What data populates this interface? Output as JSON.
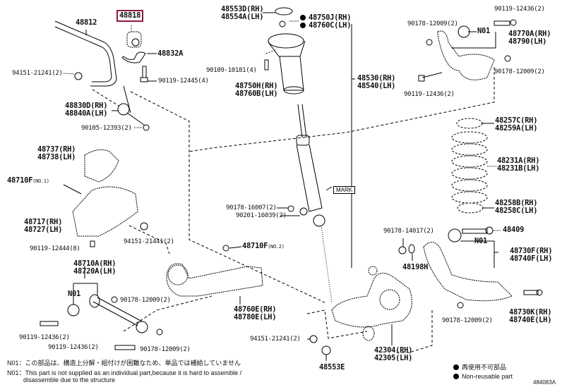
{
  "diagram_id": "484083A",
  "highlighted_part": "48818",
  "parts": {
    "p48812": "48812",
    "p48818": "48818",
    "p48832A": "48832A",
    "p94151_21241_a": "94151-21241(2)",
    "p90119_12445": "90119-12445(4)",
    "p48830D": "48830D(RH)",
    "p48840A": "48840A(LH)",
    "p90105_12393": "90105-12393(2)",
    "p48553D": "48553D(RH)",
    "p48554A": "48554A(LH)",
    "p48750J": "48750J(RH)",
    "p48760C": "48760C(LH)",
    "p90109_10181": "90109-10181(4)",
    "p48750H": "48750H(RH)",
    "p48760B": "48760B(LH)",
    "p48530": "48530(RH)",
    "p48540": "48540(LH)",
    "p90119_12436_tr": "90119-12436(2)",
    "p90178_12009_tr1": "90178-12009(2)",
    "p48770A": "48770A(RH)",
    "p48790": "48790(LH)",
    "p90178_12009_tr2": "90178-12009(2)",
    "p90119_12436_tr2": "90119-12436(2)",
    "n01_a": "N01",
    "p48737": "48737(RH)",
    "p48738": "48738(LH)",
    "p48710F_1": "48710F",
    "p48710F_1_sub": "(NO.1)",
    "p48717": "48717(RH)",
    "p48727": "48727(LH)",
    "p94151_21441": "94151-21441(2)",
    "p90119_12444": "90119-12444(8)",
    "p48710A": "48710A(RH)",
    "p48720A": "48720A(LH)",
    "n01_b": "N01",
    "p90178_12009_l1": "90178-12009(2)",
    "p90119_12436_l1": "90119-12436(2)",
    "p90119_12436_l2": "90119-12436(2)",
    "p90178_12009_l2": "90178-12009(2)",
    "mark": "MARK",
    "p90178_16007": "90178-16007(2)",
    "p90201_16039": "90201-16039(2)",
    "p48710F_2": "48710F",
    "p48710F_2_sub": "(NO.2)",
    "p48760E": "48760E(RH)",
    "p48780E": "48780E(LH)",
    "p94151_21241_b": "94151-21241(2)",
    "p48553E": "48553E",
    "p42304": "42304(RH)",
    "p42305": "42305(LH)",
    "p48257C": "48257C(RH)",
    "p48259A": "48259A(LH)",
    "p48231A": "48231A(RH)",
    "p48231B": "48231B(LH)",
    "p48258B": "48258B(RH)",
    "p48258C": "48258C(LH)",
    "p90178_14017": "90178-14017(2)",
    "p48409": "48409",
    "n01_c": "N01",
    "p48730F": "48730F(RH)",
    "p48740F": "48740F(LH)",
    "p48198H": "48198H",
    "p90178_12009_br": "90178-12009(2)",
    "p48730K": "48730K(RH)",
    "p48740E": "48740E(LH)"
  },
  "notes": {
    "n01_jp": "N01：この部品は、構造上分解・組付けが困難なため、単品では補給していません",
    "n01_en_1": "N01：This part is not supplied as an individual part,because it is hard to assemble /",
    "n01_en_2": "disassemble due to the structure",
    "legend_jp": "再使用不可部品",
    "legend_en": "Non-reusable part"
  },
  "colors": {
    "highlight": "#8b1a3a",
    "ink": "#000000"
  }
}
